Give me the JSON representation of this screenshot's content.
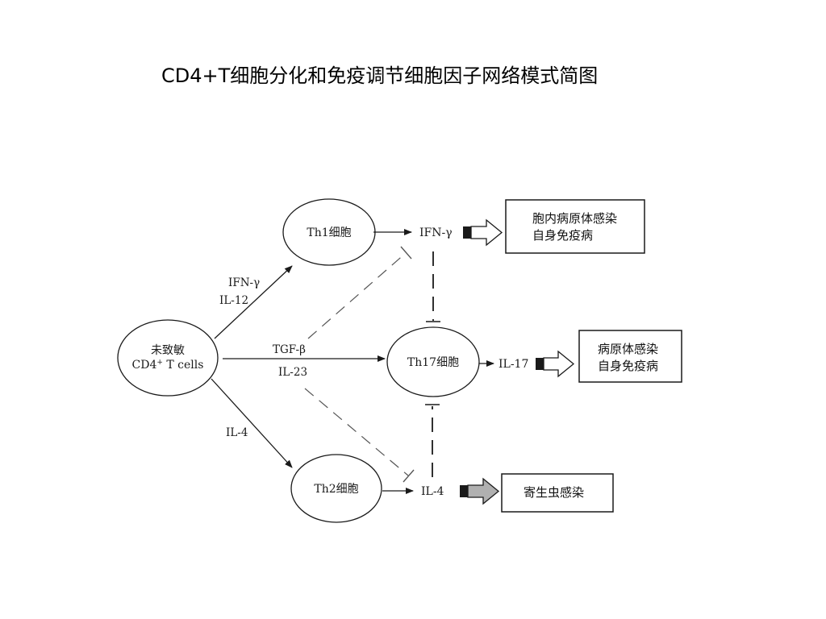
{
  "title": "CD4+T细胞分化和免疫调节细胞因子网络模式简图",
  "nodes": {
    "naive": {
      "line1": "未致敏",
      "line2": "CD4",
      "line2_sup": "+",
      "line2_rest": " T cells"
    },
    "th1": {
      "label": "Th1细胞"
    },
    "th17": {
      "label": "Th17细胞"
    },
    "th2": {
      "label": "Th2细胞"
    }
  },
  "edge_labels": {
    "to_th1": [
      "IFN-γ",
      "IL-12"
    ],
    "to_th17": [
      "TGF-β",
      "IL-23"
    ],
    "to_th2": [
      "IL-4"
    ]
  },
  "cytokines": {
    "th1": "IFN-γ",
    "th17": "IL-17",
    "th2": "IL-4"
  },
  "outcomes": {
    "th1": [
      "胞内病原体感染",
      "自身免疫病"
    ],
    "th17": [
      "病原体感染",
      "自身免疫病"
    ],
    "th2": [
      "寄生虫感染"
    ]
  },
  "colors": {
    "line": "#1a1a1a",
    "outcome_arrow_th2_fill": "#b0b0b0",
    "outcome_arrow_fill": "#ffffff"
  }
}
